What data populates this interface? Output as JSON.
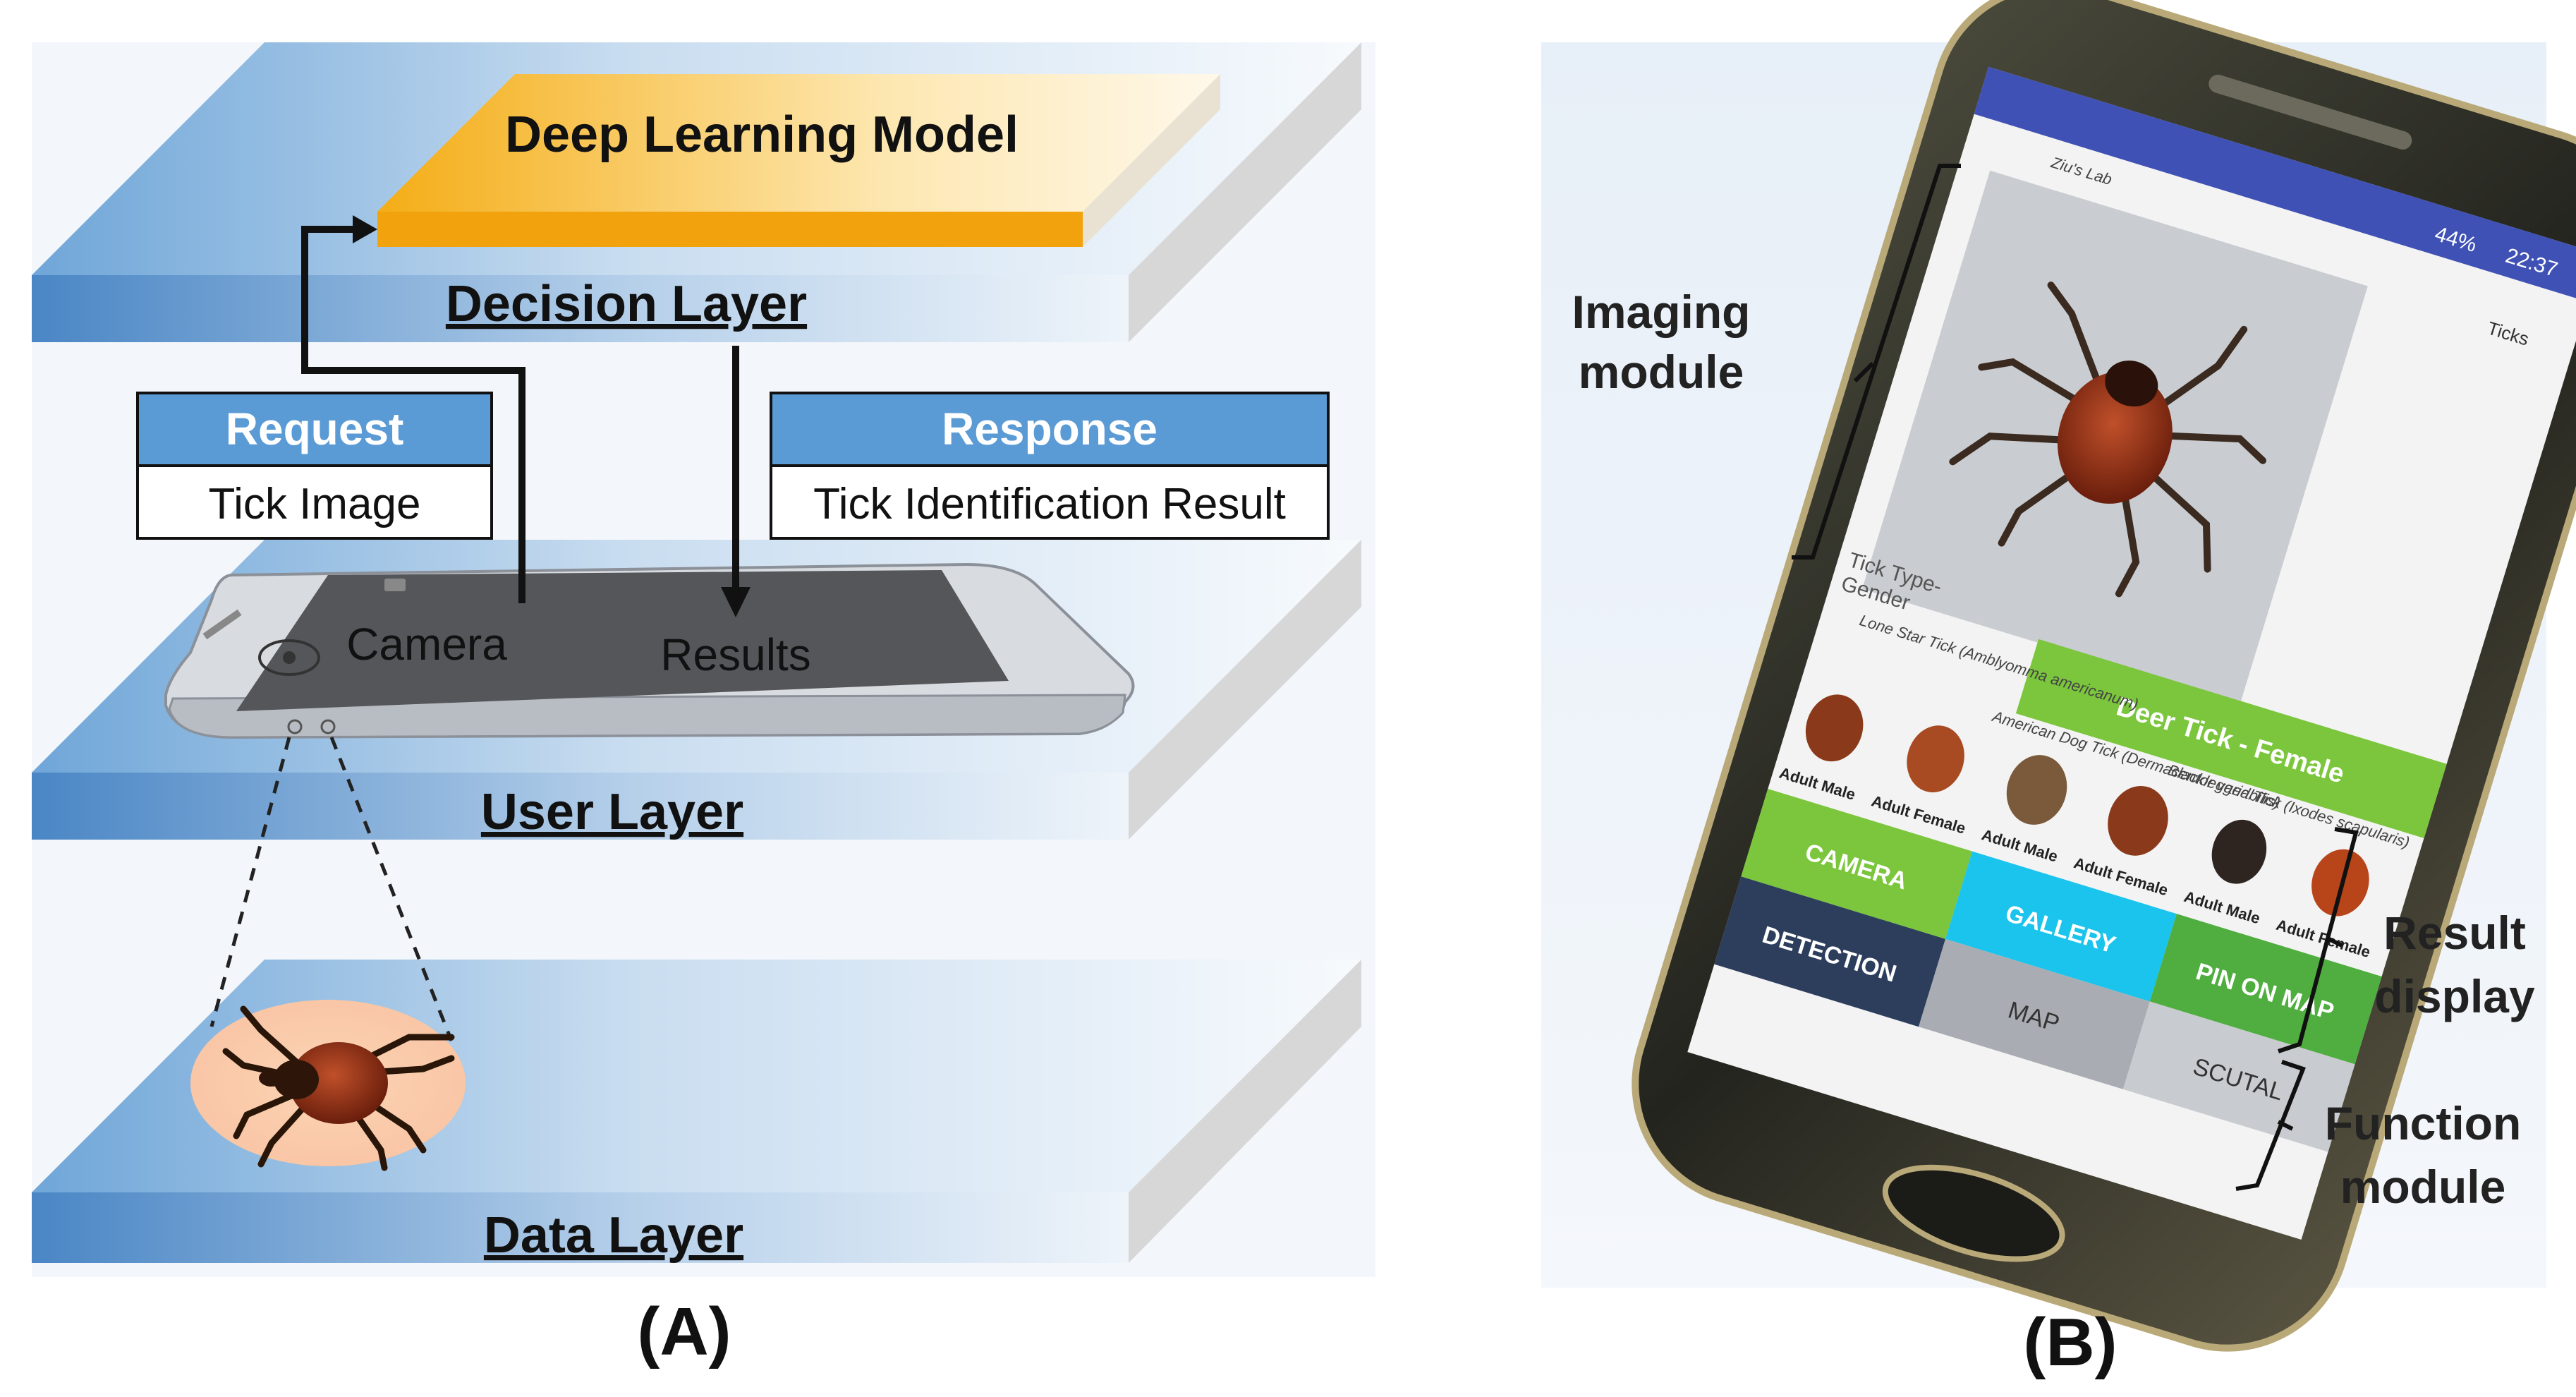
{
  "panel_a": {
    "label": "(A)",
    "decision_layer": {
      "title": "Decision Layer",
      "model_label": "Deep Learning Model"
    },
    "user_layer": {
      "title": "User Layer",
      "camera_label": "Camera",
      "results_label": "Results"
    },
    "data_layer": {
      "title": "Data Layer"
    },
    "request_box": {
      "header": "Request",
      "body": "Tick Image"
    },
    "response_box": {
      "header": "Response",
      "body": "Tick Identification Result"
    },
    "colors": {
      "layer_blue": "#5b9bd5",
      "box_header": "#5b9bd5",
      "model_orange": "#f5b31d"
    }
  },
  "panel_b": {
    "label": "(B)",
    "annotations": {
      "imaging_module": [
        "Imaging",
        "module"
      ],
      "result_display": [
        "Result",
        "display"
      ],
      "function_module": [
        "Function",
        "module"
      ]
    },
    "app": {
      "app_title": "Ziu's Lab",
      "status_time": "22:37",
      "status_battery": "44%",
      "right_header": "Ticks",
      "tick_type_label": [
        "Tick Type-",
        "Gender"
      ],
      "result_banner": "Deer Tick - Female",
      "species": [
        "Lone Star Tick (Amblyomma americanum)",
        "American Dog Tick (Dermacentor variabilis)",
        "Blacklegged Tick (Ixodes scapularis)"
      ],
      "genders": [
        "Adult Male",
        "Adult Female",
        "Adult Male",
        "Adult Female",
        "Adult Male",
        "Adult Female"
      ],
      "buttons": {
        "camera": "CAMERA",
        "gallery": "GALLERY",
        "detection": "DETECTION",
        "map": "MAP",
        "pin_on_map": "PIN ON MAP",
        "scutal": "SCUTAL"
      },
      "colors": {
        "green": "#7bc63c",
        "cyan": "#1bc4ec",
        "navy": "#2c3e5c",
        "grey": "#a9adb3",
        "dark_green": "#4a9d3a"
      }
    }
  }
}
